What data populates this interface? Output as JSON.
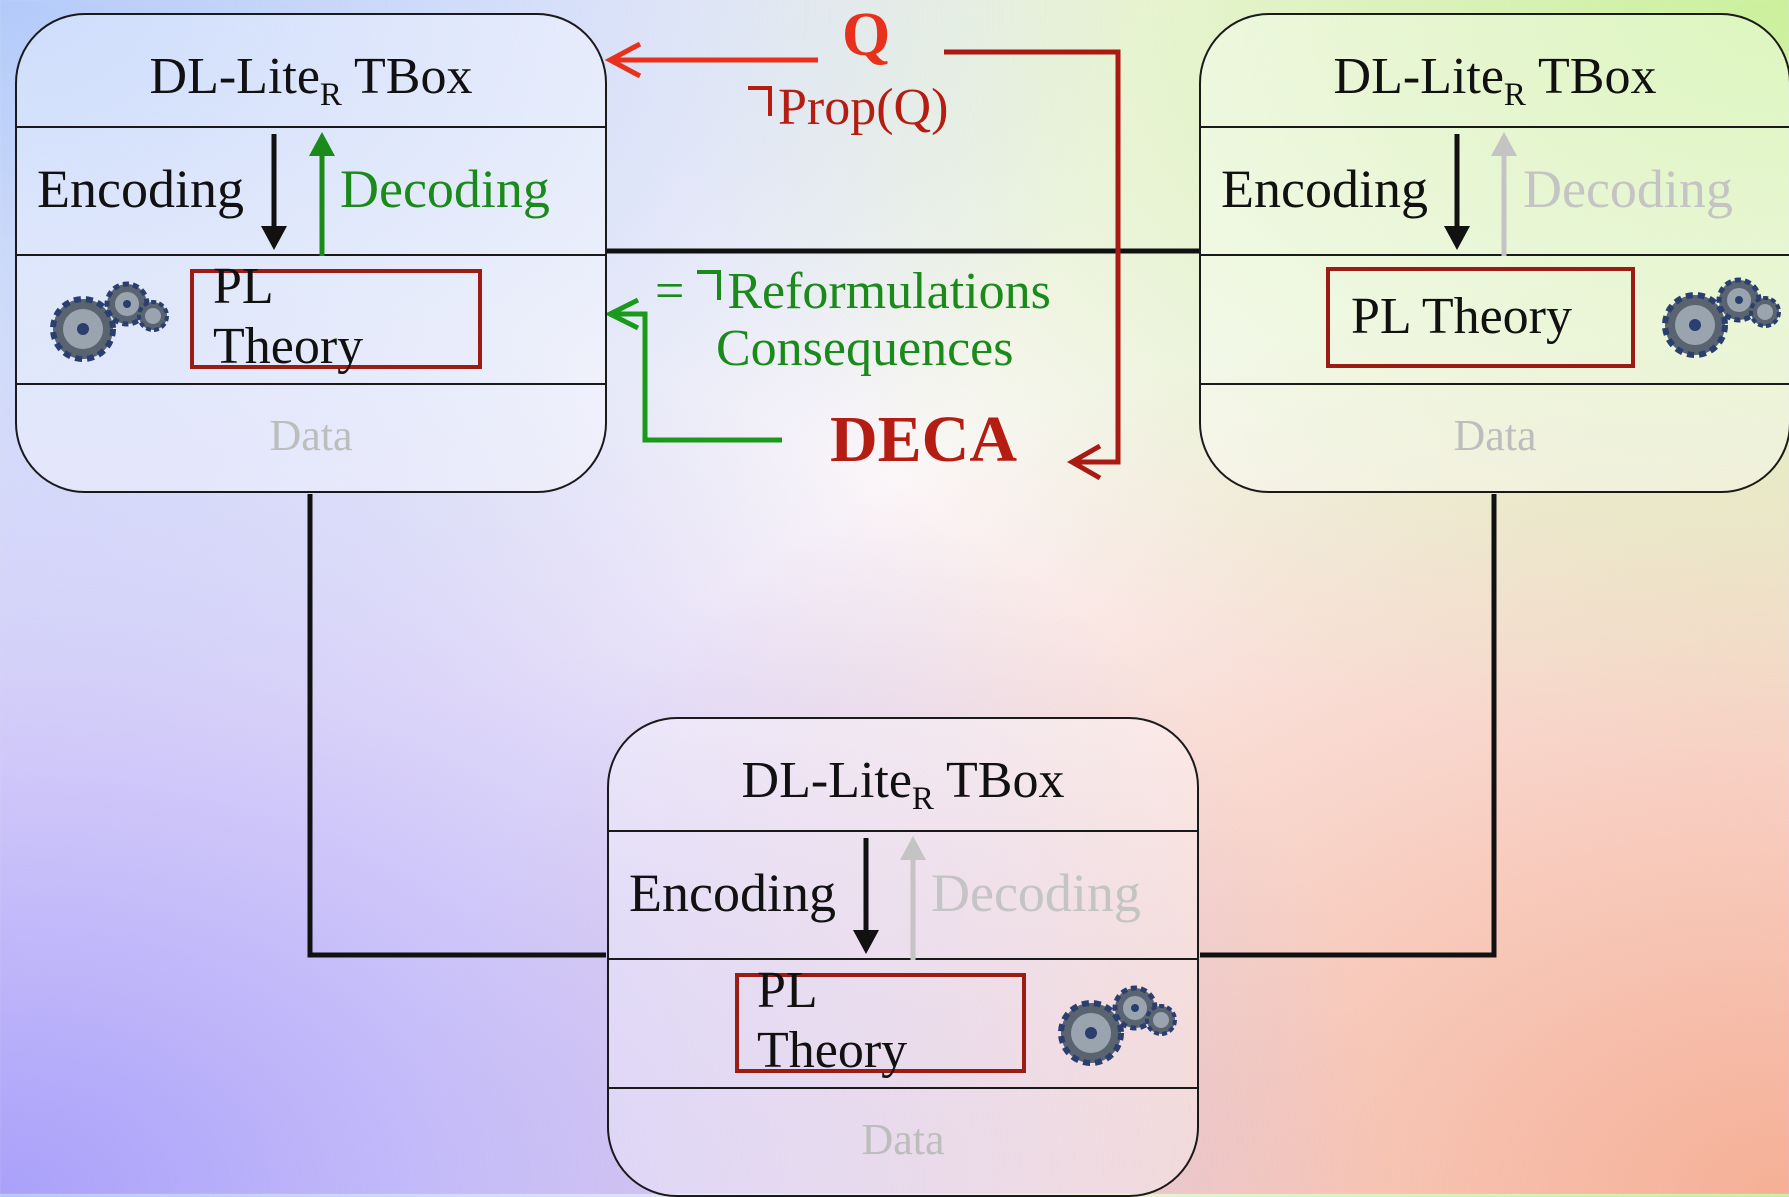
{
  "nodes": [
    {
      "title": "DL-Lite",
      "title_sub": "R",
      "title_rest": " TBox",
      "encoding": "Encoding",
      "decoding": "Decoding",
      "decoding_active": true,
      "pl_theory": "PL Theory",
      "data": "Data"
    },
    {
      "title": "DL-Lite",
      "title_sub": "R",
      "title_rest": " TBox",
      "encoding": "Encoding",
      "decoding": "Decoding",
      "decoding_active": false,
      "pl_theory": "PL Theory",
      "data": "Data"
    },
    {
      "title": "DL-Lite",
      "title_sub": "R",
      "title_rest": " TBox",
      "encoding": "Encoding",
      "decoding": "Decoding",
      "decoding_active": false,
      "pl_theory": "PL Theory",
      "data": "Data"
    }
  ],
  "center": {
    "query": "Q",
    "neg_prop": "Prop(Q)",
    "reformulations": "Reformulations",
    "consequences": "Consequences",
    "equals": "=",
    "deca": "DECA"
  },
  "colors": {
    "query_red": "#e8311c",
    "dark_red": "#b51d12",
    "green": "#1a8a1a",
    "inactive_gray": "#c4c4c4"
  },
  "icons": [
    "gears-icon"
  ]
}
